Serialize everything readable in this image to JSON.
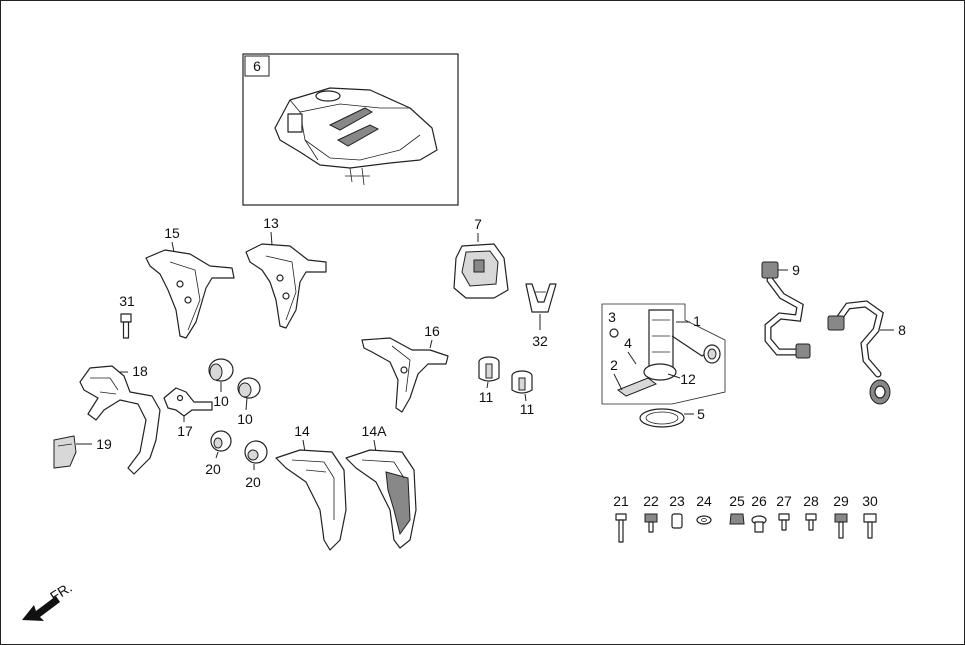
{
  "labels": {
    "p1": "1",
    "p2": "2",
    "p3": "3",
    "p4": "4",
    "p5": "5",
    "p6": "6",
    "p7": "7",
    "p8": "8",
    "p9": "9",
    "p10a": "10",
    "p10b": "10",
    "p11a": "11",
    "p11b": "11",
    "p12": "12",
    "p13": "13",
    "p14": "14",
    "p14a": "14A",
    "p15": "15",
    "p16": "16",
    "p17": "17",
    "p18": "18",
    "p19": "19",
    "p20a": "20",
    "p20b": "20",
    "p21": "21",
    "p22": "22",
    "p23": "23",
    "p24": "24",
    "p25": "25",
    "p26": "26",
    "p27": "27",
    "p28": "28",
    "p29": "29",
    "p30": "30",
    "p31": "31",
    "p32": "32"
  },
  "front_indicator": "FR."
}
